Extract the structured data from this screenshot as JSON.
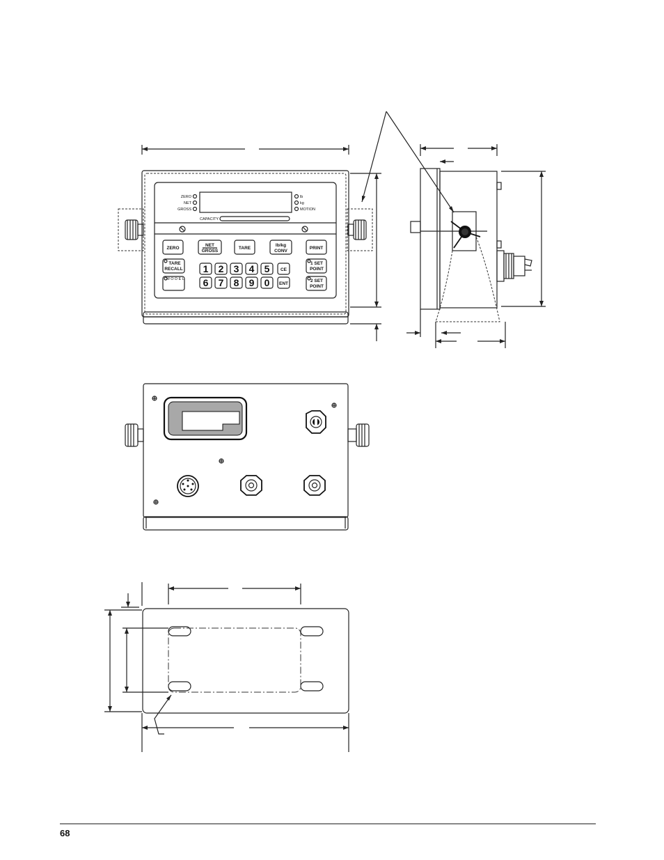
{
  "front_panel": {
    "indicators_left": [
      "ZERO",
      "NET",
      "GROSS"
    ],
    "indicators_right": [
      "lb",
      "kg",
      "MOTION"
    ],
    "capacity_label": "CAPACITY",
    "keys": {
      "zero": "ZERO",
      "net": "NET",
      "gross": "GROSS",
      "tare": "TARE",
      "lbkg": "lb/kg",
      "conv": "CONV",
      "print": "PRINT",
      "tare_recall_1": "TARE",
      "tare_recall_2": "RECALL",
      "model": "M O D E L",
      "ce": "CE",
      "ent": "ENT",
      "setpoint1_1": "1 SET",
      "setpoint1_2": "POINT",
      "setpoint2_1": "2 SET",
      "setpoint2_2": "POINT"
    },
    "digits_top": [
      "1",
      "2",
      "3",
      "4",
      "5"
    ],
    "digits_bottom": [
      "6",
      "7",
      "8",
      "9",
      "0"
    ]
  },
  "page_number": "68"
}
